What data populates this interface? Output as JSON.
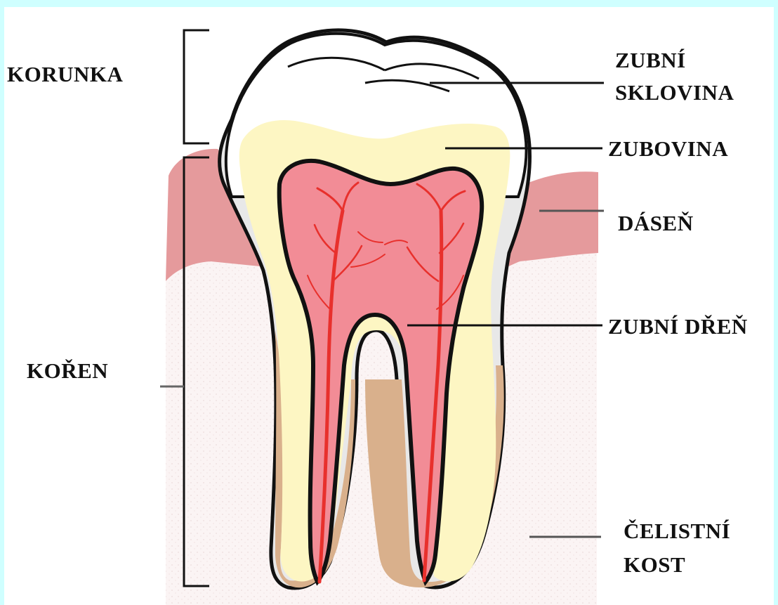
{
  "labels": {
    "korunka": "KORUNKA",
    "koren": "KOŘEN",
    "sklovina_line1": "ZUBNÍ",
    "sklovina_line2": "SKLOVINA",
    "zubovina": "ZUBOVINA",
    "dasen": "DÁSEŇ",
    "dren": "ZUBNÍ DŘEŇ",
    "kost_line1": "ČELISTNÍ",
    "kost_line2": "KOST"
  },
  "colors": {
    "frame": "#cfffff",
    "enamel": "#ffffff",
    "dentin": "#fdf6c3",
    "pulp": "#f28c96",
    "vessels": "#e8302c",
    "gum": "#e59a9c",
    "bone": "#fbf3f3",
    "cementum": "#d9b08c",
    "outline": "#111111"
  }
}
